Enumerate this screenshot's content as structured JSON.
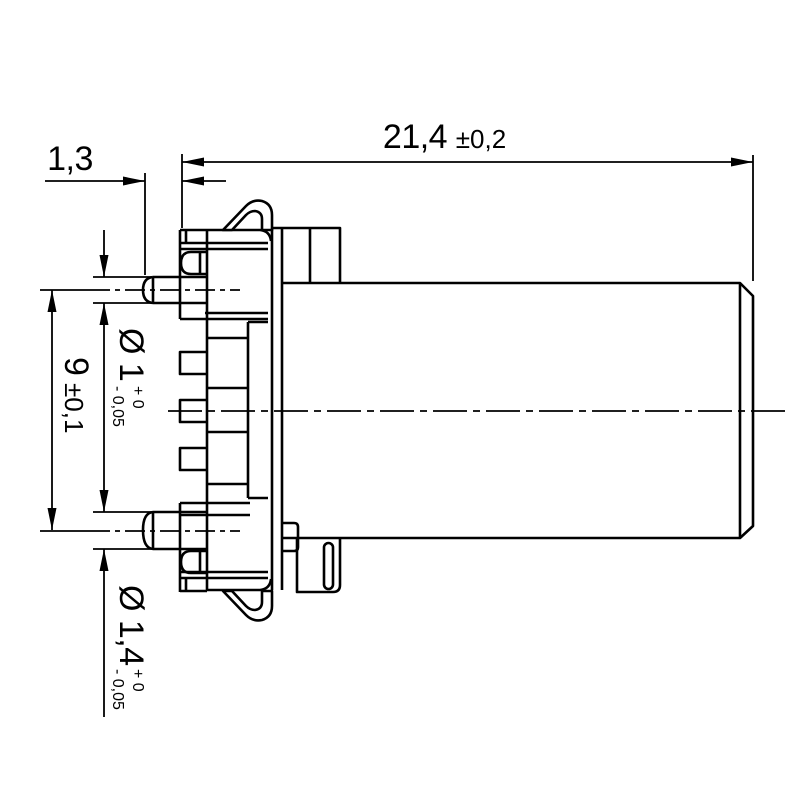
{
  "drawing": {
    "colors": {
      "line": "#000000",
      "background": "#ffffff"
    },
    "dimensions": {
      "total_length": {
        "value": "21,4",
        "tolerance": "±0,2"
      },
      "pin_protrusion": {
        "value": "1,3"
      },
      "pin_pitch": {
        "value": "9",
        "tolerance": "±0,1"
      },
      "pin_diameter_small": {
        "value": "Ø 1",
        "tolerance_plus": "+ 0",
        "tolerance_minus": "- 0,05"
      },
      "pin_diameter_large": {
        "value": "Ø 1,4",
        "tolerance_plus": "+ 0",
        "tolerance_minus": "- 0,05"
      }
    }
  }
}
